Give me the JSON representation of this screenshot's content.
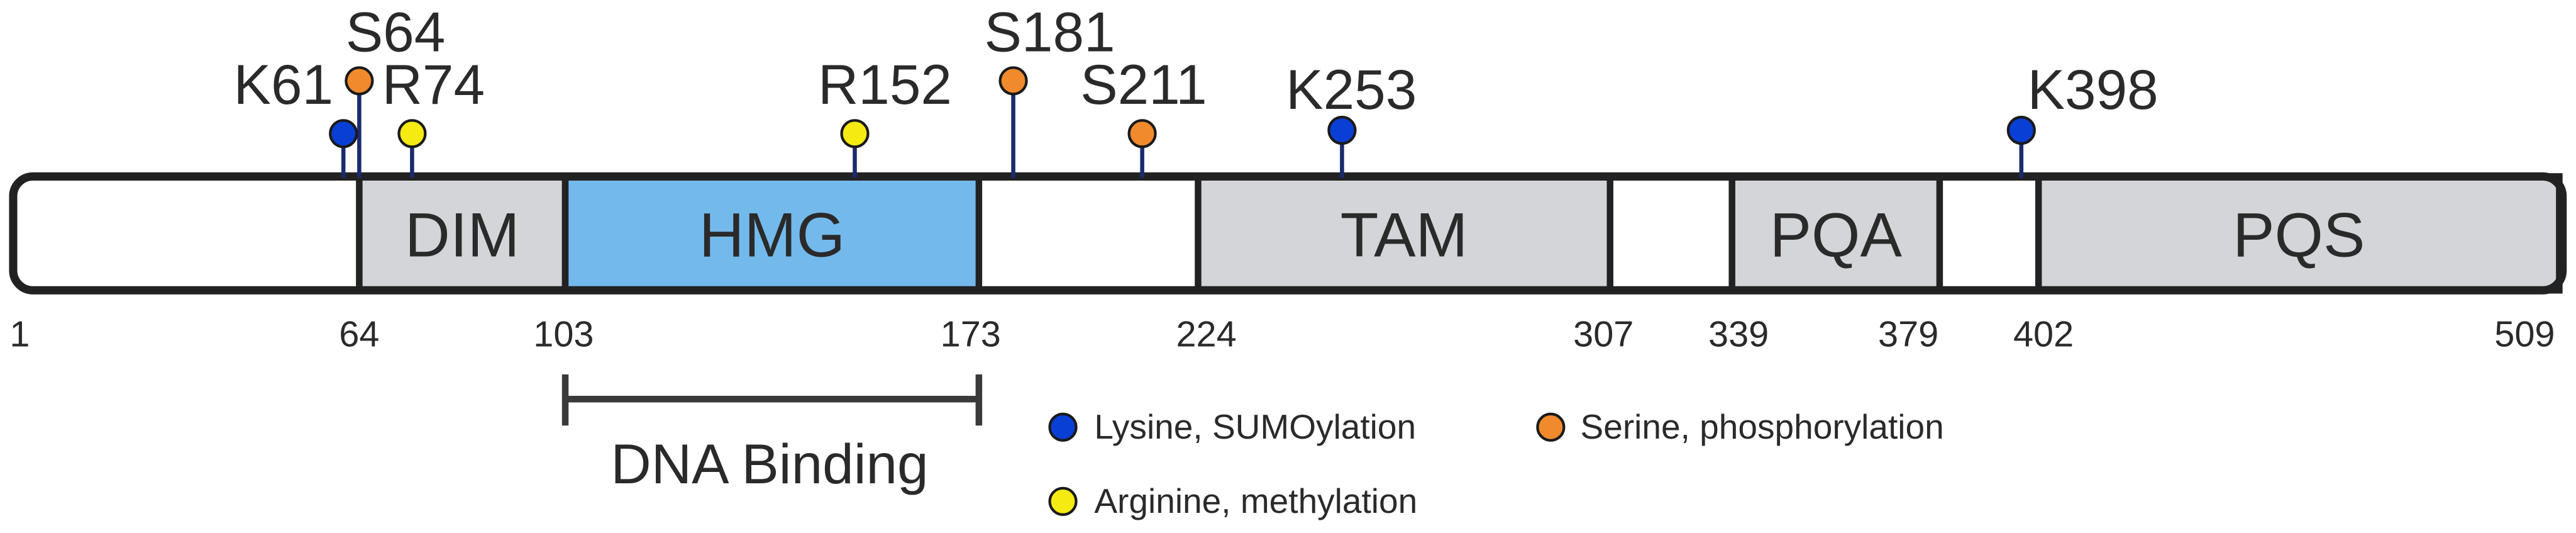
{
  "protein_length": 509,
  "domains": [
    {
      "id": "dim",
      "label": "DIM",
      "start": 64,
      "end": 103,
      "color": "#d3d5d8"
    },
    {
      "id": "hmg",
      "label": "HMG",
      "start": 103,
      "end": 173,
      "color": "#74b9ec"
    },
    {
      "id": "tam",
      "label": "TAM",
      "start": 224,
      "end": 307,
      "color": "#d3d5d8"
    },
    {
      "id": "pqa",
      "label": "PQA",
      "start": 339,
      "end": 379,
      "color": "#d3d5d8"
    },
    {
      "id": "pqs",
      "label": "PQS",
      "start": 402,
      "end": 509,
      "color": "#d3d5d8"
    }
  ],
  "position_labels": [
    "1",
    "64",
    "103",
    "173",
    "224",
    "307",
    "339",
    "379",
    "402",
    "509"
  ],
  "sites": [
    {
      "label": "K61",
      "position": 61,
      "type": "lysine",
      "stem": "short"
    },
    {
      "label": "S64",
      "position": 64,
      "type": "serine",
      "stem": "tall"
    },
    {
      "label": "R74",
      "position": 74,
      "type": "arginine",
      "stem": "short"
    },
    {
      "label": "R152",
      "position": 152,
      "type": "arginine",
      "stem": "short"
    },
    {
      "label": "S181",
      "position": 181,
      "type": "serine",
      "stem": "tall"
    },
    {
      "label": "S211",
      "position": 211,
      "type": "serine",
      "stem": "short"
    },
    {
      "label": "K253",
      "position": 253,
      "type": "lysine",
      "stem": "medium"
    },
    {
      "label": "K398",
      "position": 398,
      "type": "lysine",
      "stem": "medium"
    }
  ],
  "site_colors": {
    "lysine": "#0a3fd6",
    "serine": "#f08a2c",
    "arginine": "#f5ea12"
  },
  "legend": [
    {
      "type": "lysine",
      "label": "Lysine, SUMOylation"
    },
    {
      "type": "serine",
      "label": "Serine, phosphorylation"
    },
    {
      "type": "arginine",
      "label": "Arginine, methylation"
    }
  ],
  "dna_binding": {
    "label": "DNA Binding",
    "start": 103,
    "end": 173
  },
  "colors": {
    "outline": "#222222",
    "text": "#2a2a2a",
    "stem": "#1c2a6e"
  }
}
